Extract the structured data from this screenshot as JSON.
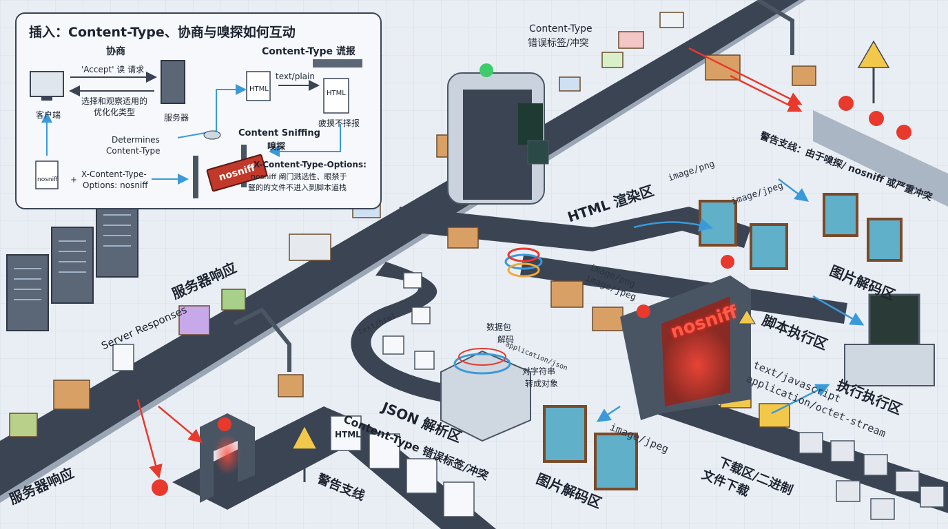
{
  "inset": {
    "title": "插入：Content-Type、协商与嗅探如何互动",
    "negotiation_heading": "协商",
    "mislabel_heading": "Content-Type 谎报",
    "client_label": "客户端",
    "server_label": "服务器",
    "accept_label": "'Accept' 读 请求",
    "select_label_line1": "选择和观察适用的",
    "select_label_line2": "优化化类型",
    "html_doc": "HTML",
    "text_plain": "text/plain",
    "html_doc_2": "HTML",
    "ignore_label": "疲摸不择报",
    "determines_line1": "Determines",
    "determines_line2": "Content-Type",
    "sniffing_line1": "Content Sniffing",
    "sniffing_line2": "嗅探",
    "nosniff_file": "nosniff",
    "plus": "+",
    "xcto_line1": "X-Content-Type-",
    "xcto_line2": "Options: nosniff",
    "nosniff_gate": "nosniff",
    "xcto_desc_line1": "X-Content-Type-Options:",
    "xcto_desc_line2": "nosniff 阐门溅选性、眼禁于",
    "xcto_desc_line3": "豎的的文件不进入到脚本道栈"
  },
  "scene": {
    "server_responses_cn_top": "服务器响应",
    "server_responses_en": "Server Responses",
    "server_responses_cn_bottom": "服务器响应",
    "content_type_mislabel_top_line1": "Content-Type",
    "content_type_mislabel_top_line2": "错误标签/冲突",
    "warning_line_top": "警告支线：由于嗅探/ nosniff 或严重冲突",
    "html_zone": "HTML 渲染区",
    "image_png_top": "image/png",
    "image_jpeg_top": "image/jpeg",
    "image_decode_top": "图片解码区",
    "image_png_mid": "image/png",
    "image_jpeg_mid": "image/jpeg",
    "script_zone": "脚本执行区",
    "nosniff_gate_sign": "nosniff",
    "text_html": "text/html",
    "json_annot_1": "数据包",
    "json_annot_2": "解码",
    "json_annot_3": "application/json",
    "json_annot_4": "对字符串",
    "json_annot_5": "转成对象",
    "json_zone": "JSON 解析区",
    "text_javascript": "text/javascript",
    "octet_stream": "application/octet-stream",
    "exec_zone": "执行执行区",
    "image_jpeg_bottom": "image/jpeg",
    "image_decode_bottom": "图片解码区",
    "download_zone_line1": "下载区/二进制",
    "download_zone_line2": "文件下载",
    "content_type_mislabel_bottom": "Content-Type 错误标签/冲突",
    "warning_line_bottom": "警告支线",
    "html_box_label": "HTML"
  },
  "colors": {
    "background": "#e9eef4",
    "belt": "#3b4453",
    "box": "#d9a066",
    "alarm": "#e8392c",
    "flow": "#3a9ad9"
  }
}
